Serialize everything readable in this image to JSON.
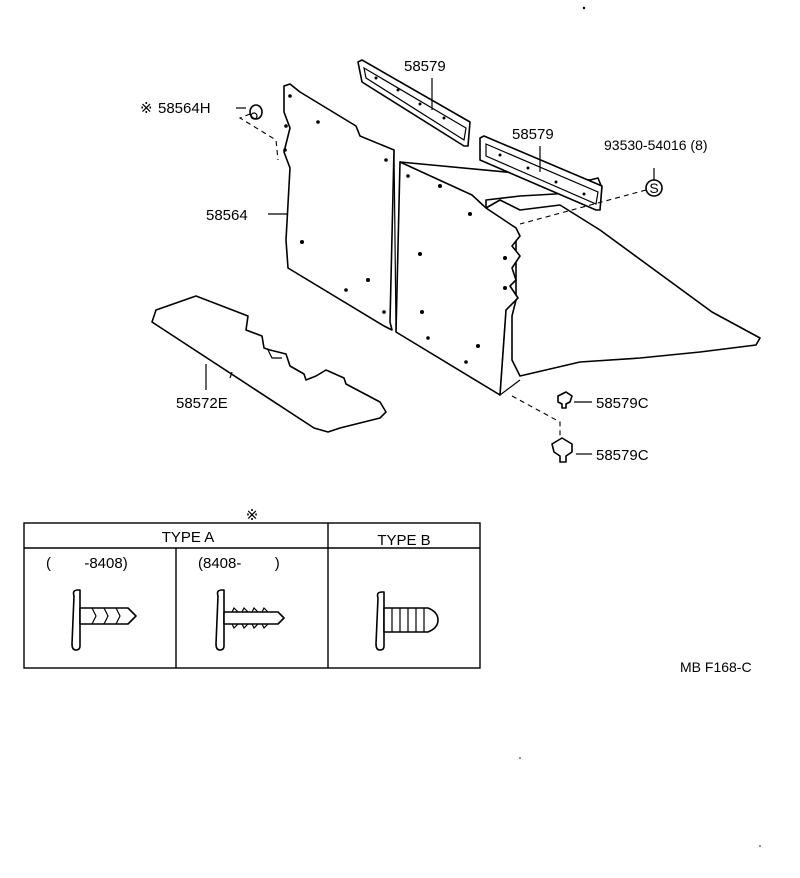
{
  "parts": {
    "p58579_a": "58579",
    "p58579_b": "58579",
    "p58564H": "58564H",
    "p58564": "58564",
    "p93530": "93530-54016 (8)",
    "s_marker": "S",
    "p58572E": "58572E",
    "p58579C_a": "58579C",
    "p58579C_b": "58579C"
  },
  "table": {
    "star_symbol": "※",
    "type_a": "TYPE A",
    "type_b": "TYPE B",
    "range_a1": "(        -8408)",
    "range_a2": "(8408-        )"
  },
  "star_prefix": "※",
  "drawing_code": "MB F168-C"
}
